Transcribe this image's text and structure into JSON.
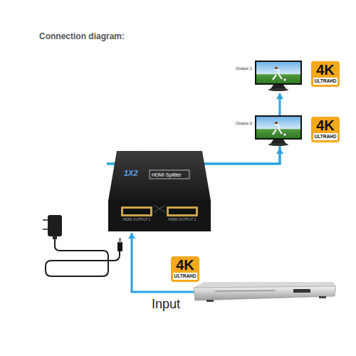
{
  "diagram": {
    "title": "Connection diagram:",
    "nodes": [
      {
        "text": [
          "Output 1"
        ]
      },
      {
        "text": [
          "Output 2"
        ]
      },
      {
        "text": [
          "1X2",
          "HDMI Splitter"
        ]
      },
      {
        "text": [
          "Input"
        ]
      }
    ],
    "edges": [
      {
        "from": 3,
        "to": 2,
        "arrow": "to"
      },
      {
        "from": 2,
        "to": 0,
        "arrow": "to"
      },
      {
        "from": 2,
        "to": 1,
        "arrow": "to"
      }
    ],
    "labels": [
      "4K",
      "ULTRAHD",
      "4K",
      "ULTRAHD",
      "4K",
      "ULTRAHD",
      "HDMI OUTPUT 1",
      "HDMI OUTPUT 2"
    ]
  }
}
